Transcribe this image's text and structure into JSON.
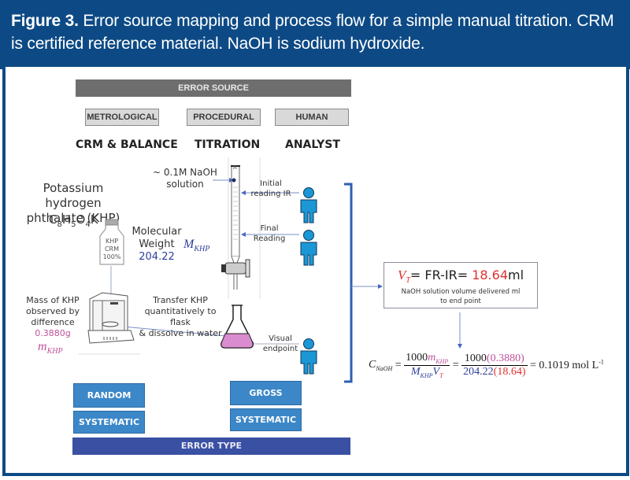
{
  "caption": {
    "label": "Figure 3.",
    "text": " Error source mapping and process flow for a simple manual titration. CRM is certified reference material. NaOH is sodium hydroxide."
  },
  "error_source": {
    "title": "ERROR SOURCE",
    "categories": [
      {
        "tag": "METROLOGICAL",
        "heading": "CRM & BALANCE"
      },
      {
        "tag": "PROCEDURAL",
        "heading": "TITRATION"
      },
      {
        "tag": "HUMAN",
        "heading": "ANALYST"
      }
    ]
  },
  "khp": {
    "name_line1": "Potassium hydrogen",
    "name_line2": "phthalate (KHP)",
    "formula": {
      "C": "C",
      "c_sub": "8",
      "H": "H",
      "h_sub": "5",
      "O": "O",
      "o_sub": "4",
      "K": "K"
    },
    "bottle_label": [
      "KHP",
      "CRM",
      "100%"
    ],
    "mw_label_line1": "Molecular",
    "mw_label_line2": "Weight",
    "mw_value": "204.22",
    "mw_symbol": "M",
    "mw_symbol_sub": "KHP"
  },
  "balance": {
    "mass_label": [
      "Mass of KHP",
      "observed by",
      "difference"
    ],
    "mass_value": "0.3880g",
    "mass_symbol": "m",
    "mass_symbol_sub": "KHP",
    "transfer_label": [
      "Transfer KHP",
      "quantitatively to flask",
      "& dissolve in water"
    ]
  },
  "titration": {
    "naoh_label": [
      "~ 0.1M NaOH",
      "solution"
    ],
    "initial_reading": [
      "Initial",
      "reading IR"
    ],
    "final_reading": [
      "Final",
      "Reading"
    ],
    "visual_endpoint": [
      "Visual",
      "endpoint"
    ],
    "burette_mark": "A"
  },
  "volume_box": {
    "symbol": "V",
    "symbol_sub": "T",
    "formula": "= FR-IR= ",
    "value": "18.64",
    "unit": "ml",
    "description_line1": "NaOH solution volume delivered ml",
    "description_line2": "to end point"
  },
  "equation": {
    "lhs": "C",
    "lhs_sub": "NaOH",
    "num_coef": "1000",
    "num_sym": "m",
    "num_sym_sub": "KHP",
    "den_sym1": "M",
    "den_sym1_sub": "KHP",
    "den_sym2": "V",
    "den_sym2_sub": "T",
    "num2_coef": "1000",
    "num2_val": "(0.3880)",
    "den2_coef": "204.22",
    "den2_val": "(18.64)",
    "result": "= 0.1019 mol L",
    "result_exp": "-1",
    "eq": "=",
    "eq2": "="
  },
  "error_types": {
    "left": [
      "RANDOM",
      "SYSTEMATIC"
    ],
    "right": [
      "GROSS",
      "SYSTEMATIC"
    ],
    "title": "ERROR TYPE"
  },
  "colors": {
    "header_blue": "#0d4a85",
    "magenta": "#c0509a",
    "navy_text": "#2e3f9a",
    "red": "#e03030",
    "person_blue": "#1c97d6",
    "button_blue": "#3b87c8",
    "error_type_blue": "#3a50a3"
  }
}
